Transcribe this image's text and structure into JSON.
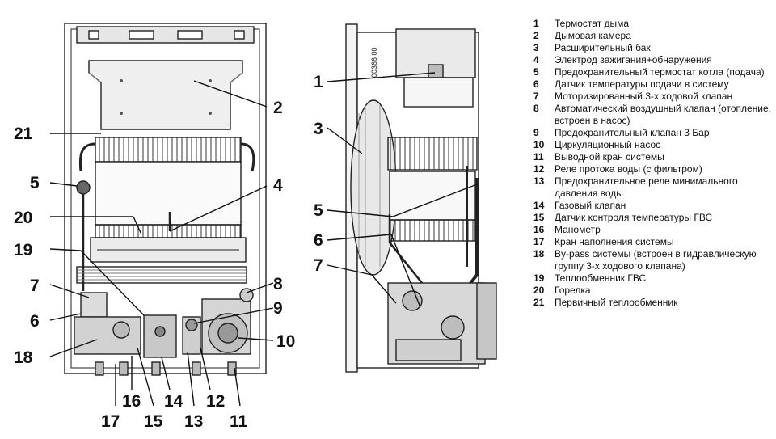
{
  "drawing_code": "00366 00",
  "callouts": {
    "front": [
      "21",
      "5",
      "20",
      "19",
      "7",
      "6",
      "18",
      "2",
      "4",
      "8",
      "9",
      "10",
      "16",
      "14",
      "12",
      "17",
      "15",
      "13",
      "11"
    ],
    "side": [
      "1",
      "3",
      "5",
      "6",
      "7"
    ]
  },
  "legend": [
    {
      "num": "1",
      "text": "Термостат дыма"
    },
    {
      "num": "2",
      "text": "Дымовая камера"
    },
    {
      "num": "3",
      "text": "Расширительный бак"
    },
    {
      "num": "4",
      "text": "Электрод зажигания+обнаружения"
    },
    {
      "num": "5",
      "text": "Предохранительный термостат котла (подача)"
    },
    {
      "num": "6",
      "text": "Датчик температуры подачи в систему"
    },
    {
      "num": "7",
      "text": "Моторизированный 3-х ходовой клапан"
    },
    {
      "num": "8",
      "text": "Автоматический воздушный клапан (отопление, встроен в насос)"
    },
    {
      "num": "9",
      "text": "Предохранительный клапан 3 Бар"
    },
    {
      "num": "10",
      "text": "Циркуляционный насос"
    },
    {
      "num": "11",
      "text": "Выводной кран системы"
    },
    {
      "num": "12",
      "text": "Реле протока воды (с фильтром)"
    },
    {
      "num": "13",
      "text": "Предохранительное реле минимального давления воды"
    },
    {
      "num": "14",
      "text": "Газовый клапан"
    },
    {
      "num": "15",
      "text": "Датчик контроля температуры ГВС"
    },
    {
      "num": "16",
      "text": "Манометр"
    },
    {
      "num": "17",
      "text": "Кран наполнения системы"
    },
    {
      "num": "18",
      "text": "By-pass системы (встроен в гидравлическую группу 3-х ходового клапана)"
    },
    {
      "num": "19",
      "text": "Теплообменник ГВС"
    },
    {
      "num": "20",
      "text": "Горелка"
    },
    {
      "num": "21",
      "text": "Первичный теплообменник"
    }
  ]
}
